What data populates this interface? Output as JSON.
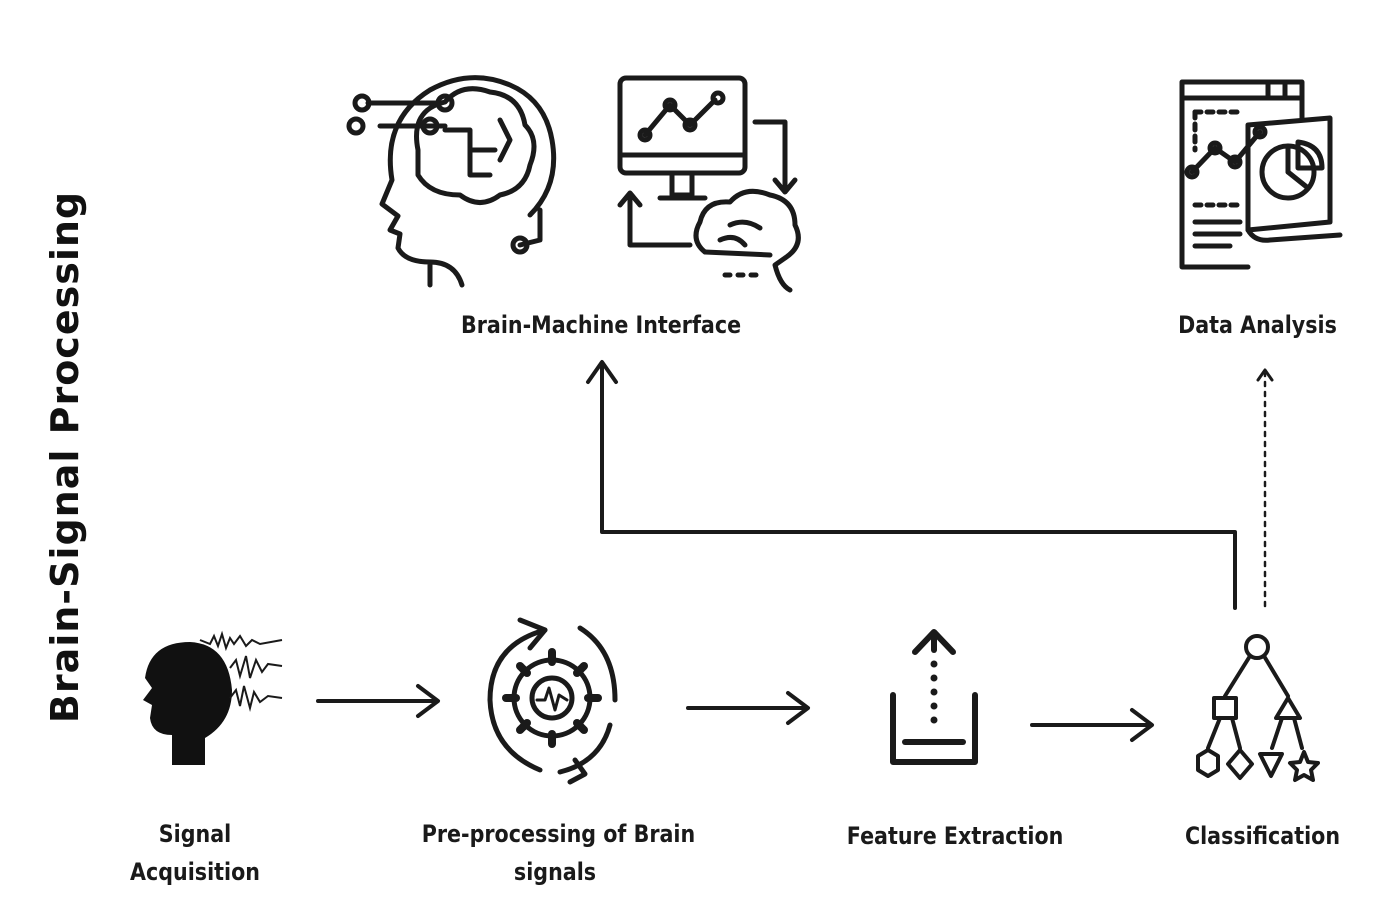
{
  "title": "Brain-Signal Processing",
  "steps": {
    "signal_acquisition": {
      "line1": "Signal",
      "line2": "Acquisition",
      "icon": "head-signal-icon"
    },
    "preprocessing": {
      "line1": "Pre-processing of Brain",
      "line2": "signals",
      "icon": "gear-cycle-icon"
    },
    "feature_extraction": {
      "label": "Feature Extraction",
      "icon": "upload-tray-icon"
    },
    "classification": {
      "label": "Classification",
      "icon": "decision-tree-icon"
    }
  },
  "outputs": {
    "bmi": {
      "label": "Brain-Machine Interface",
      "icons": [
        "brain-circuit-head-icon",
        "monitor-cloud-cycle-icon"
      ]
    },
    "data_analysis": {
      "label": "Data Analysis",
      "icon": "report-chart-icon"
    }
  },
  "colors": {
    "ink": "#1a1a1a",
    "background": "#ffffff"
  }
}
